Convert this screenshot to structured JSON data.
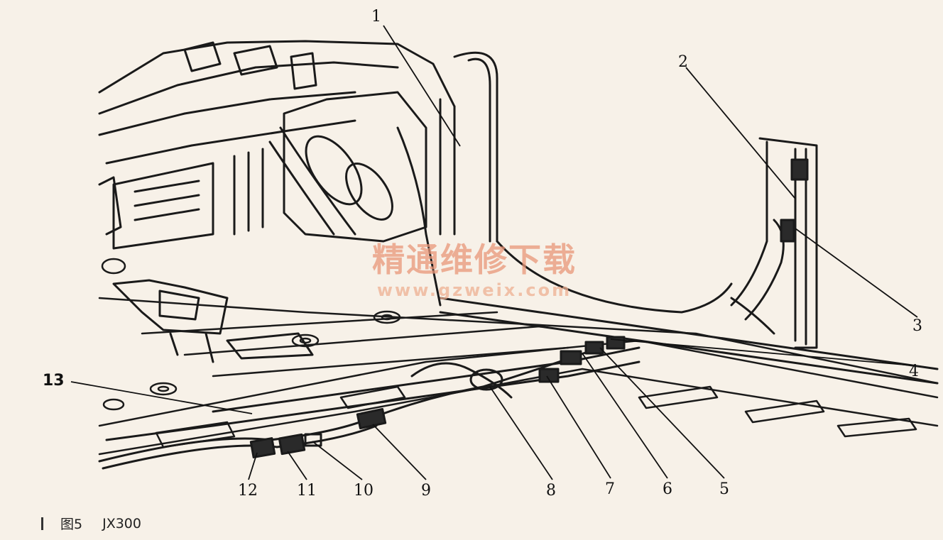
{
  "labels": {
    "n1": "1",
    "n2": "2",
    "n3": "3",
    "n4": "4",
    "n5": "5",
    "n6": "6",
    "n7": "7",
    "n8": "8",
    "n9": "9",
    "n10": "10",
    "n11": "11",
    "n12": "12",
    "n13": "13"
  },
  "caption": {
    "figure": "图5",
    "model": "JX300"
  },
  "watermark": {
    "chinese": "精通维修下载",
    "url": "www.gzweix.com"
  }
}
